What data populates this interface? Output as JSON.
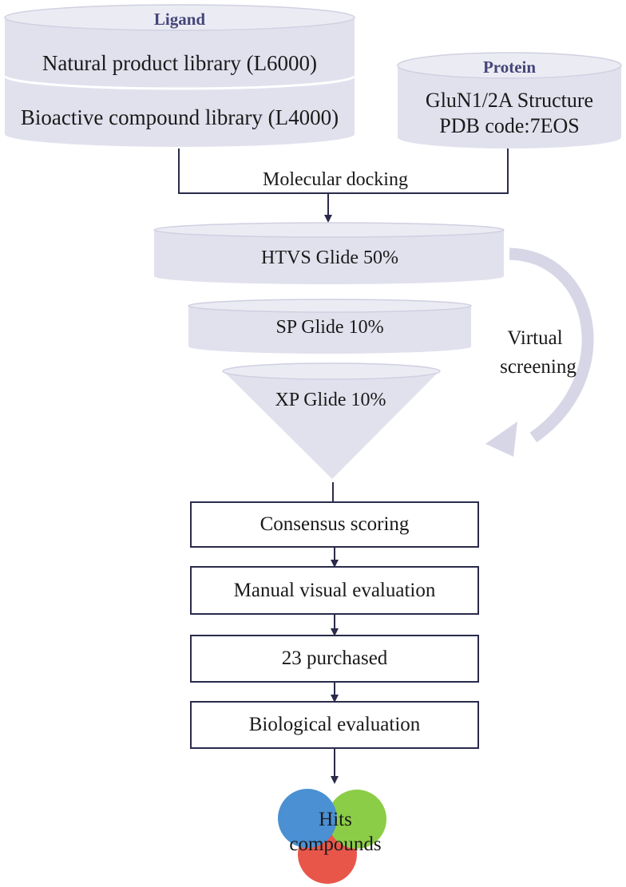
{
  "colors": {
    "cylinder_fill": "#e1e1ee",
    "cylinder_top": "#ebebf3",
    "cylinder_edge": "#cfcfe2",
    "header_text": "#45457a",
    "line": "#2a2a4a",
    "curve_arrow": "#d6d6e6",
    "circle_blue": "#4a90d2",
    "circle_green": "#8ccd47",
    "circle_red": "#e8564a"
  },
  "ligand": {
    "header": "Ligand",
    "library_1": "Natural product library (L6000)",
    "library_2": "Bioactive compound library (L4000)"
  },
  "protein": {
    "header": "Protein",
    "line_1": "GluN1/2A Structure",
    "line_2": "PDB code:7EOS"
  },
  "docking_label": "Molecular docking",
  "funnel": {
    "htvs": "HTVS Glide 50%",
    "sp": "SP Glide 10%",
    "xp": "XP Glide 10%"
  },
  "virtual_screening": {
    "line_1": "Virtual",
    "line_2": "screening"
  },
  "steps": [
    "Consensus scoring",
    "Manual visual evaluation",
    "23 purchased",
    "Biological evaluation"
  ],
  "hits": {
    "line_1": "Hits",
    "line_2": "compounds"
  }
}
